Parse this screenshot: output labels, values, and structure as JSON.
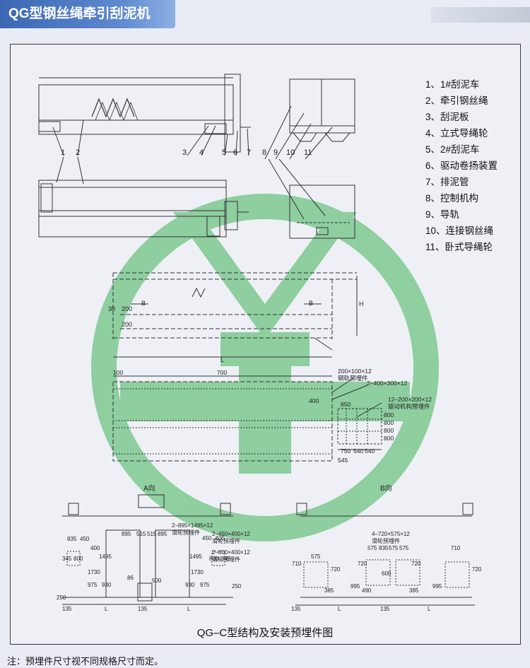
{
  "header": {
    "title": "QG型钢丝绳牵引刮泥机"
  },
  "legend": [
    "1、1#刮泥车",
    "2、牵引钢丝绳",
    "3、刮泥板",
    "4、立式导绳轮",
    "5、2#刮泥车",
    "6、驱动卷扬装置",
    "7、排泥管",
    "8、控制机构",
    "9、导轨",
    "10、连接钢丝绳",
    "11、卧式导绳轮"
  ],
  "callouts": {
    "n1": "1",
    "n2": "2",
    "n3": "3",
    "n4": "4",
    "n5": "5",
    "n6": "6",
    "n7": "7",
    "n8": "8",
    "n9": "9",
    "n10": "10",
    "n11": "11"
  },
  "plan_dims": {
    "d30": "30",
    "d200": "200",
    "dB_left": "B",
    "dB_right": "B",
    "dH": "H",
    "dL": "L",
    "d200v": "200"
  },
  "embed_dims": {
    "d100": "100",
    "d700": "700",
    "d400": "400",
    "d850": "850",
    "rail": "200×100×12",
    "rail_name": "钢轨预埋件",
    "p2": "2–400×300×12",
    "p12": "12–200×200×12",
    "drive_name": "驱动机构预埋件",
    "d750": "750",
    "d540a": "540",
    "d540b": "540",
    "d545": "545",
    "v800a": "800",
    "v800b": "800",
    "v800c": "800",
    "v800d": "800"
  },
  "a_view": {
    "title": "A向",
    "d835": "835",
    "d450": "450",
    "d400": "400",
    "d345": "345",
    "d800": "800",
    "d895a": "895",
    "d515a": "515",
    "d515b": "515",
    "d895b": "895",
    "p1": "2–895×1495×12",
    "p1_name": "滑轮预埋件",
    "p2": "2–450×400×12",
    "p2_name": "滑轮预埋件",
    "p3": "2–800×400×12",
    "p3_name": "滑轮预埋件",
    "r450": "450",
    "r835": "835",
    "r800": "800",
    "r345": "345",
    "v1495a": "1495",
    "v1730a": "1730",
    "v975a": "975",
    "v930a": "930",
    "v1495b": "1495",
    "v1730b": "1730",
    "v975b": "975",
    "v930b": "930",
    "d86": "86",
    "d500": "500",
    "d250a": "250",
    "d250b": "250",
    "d135a": "135",
    "d135b": "135",
    "dLa": "L",
    "dLb": "L"
  },
  "b_view": {
    "title": "B向",
    "p1": "4–720×575×12",
    "p1_name": "滑轮预埋件",
    "d710a": "710",
    "d575a": "575",
    "d575b": "575",
    "d835": "835",
    "d575c": "575",
    "d575d": "575",
    "d710b": "710",
    "v720a": "720",
    "v720b": "720",
    "v720c": "720",
    "v720d": "720",
    "v995a": "995",
    "v490": "490",
    "v385a": "385",
    "v385b": "385",
    "v995b": "995",
    "d600": "600",
    "d135a": "135",
    "d135b": "135",
    "dLa": "L",
    "dLb": "L"
  },
  "caption": "QG–C型结构及安装预埋件图",
  "note": "注：预埋件尺寸视不同规格尺寸而定。",
  "colors": {
    "banner": "#3b67b3",
    "watermark": "#7ec990",
    "line": "#333333"
  }
}
